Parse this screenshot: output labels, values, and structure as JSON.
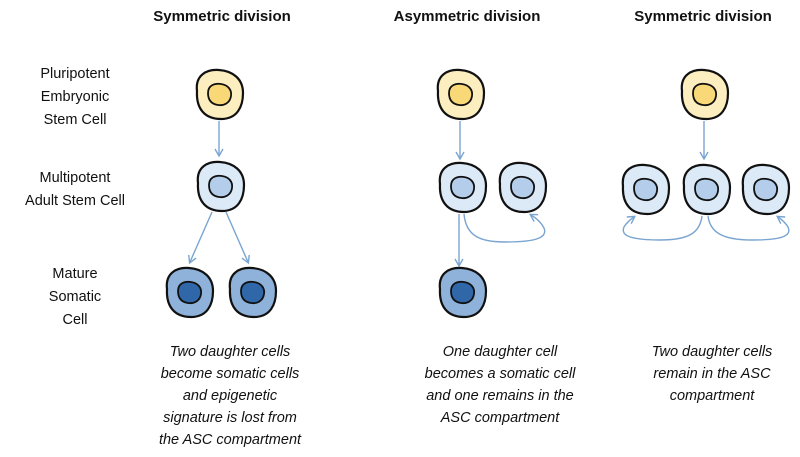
{
  "columns": [
    {
      "title": "Symmetric division"
    },
    {
      "title": "Asymmetric division"
    },
    {
      "title": "Symmetric division"
    }
  ],
  "row_labels": {
    "pluripotent": [
      "Pluripotent",
      "Embryonic",
      "Stem Cell"
    ],
    "multipotent": [
      "Multipotent",
      "Adult Stem Cell"
    ],
    "mature": [
      "Mature",
      "Somatic",
      "Cell"
    ]
  },
  "captions": [
    [
      "Two daughter cells",
      "become somatic cells",
      "and epigenetic",
      "signature is lost from",
      "the ASC compartment"
    ],
    [
      "One daughter cell",
      "becomes a somatic cell",
      "and one remains in the",
      "ASC compartment"
    ],
    [
      "Two daughter cells",
      "remain in the ASC",
      "compartment"
    ]
  ],
  "colors": {
    "embryonic_fill": "#fdeec0",
    "embryonic_nucleus": "#f8d877",
    "adult_fill": "#dce9f7",
    "adult_nucleus": "#b3cdea",
    "mature_fill": "#8fb2da",
    "mature_nucleus": "#2f67a8",
    "outline": "#111111",
    "arrow": "#7aa4d1"
  }
}
